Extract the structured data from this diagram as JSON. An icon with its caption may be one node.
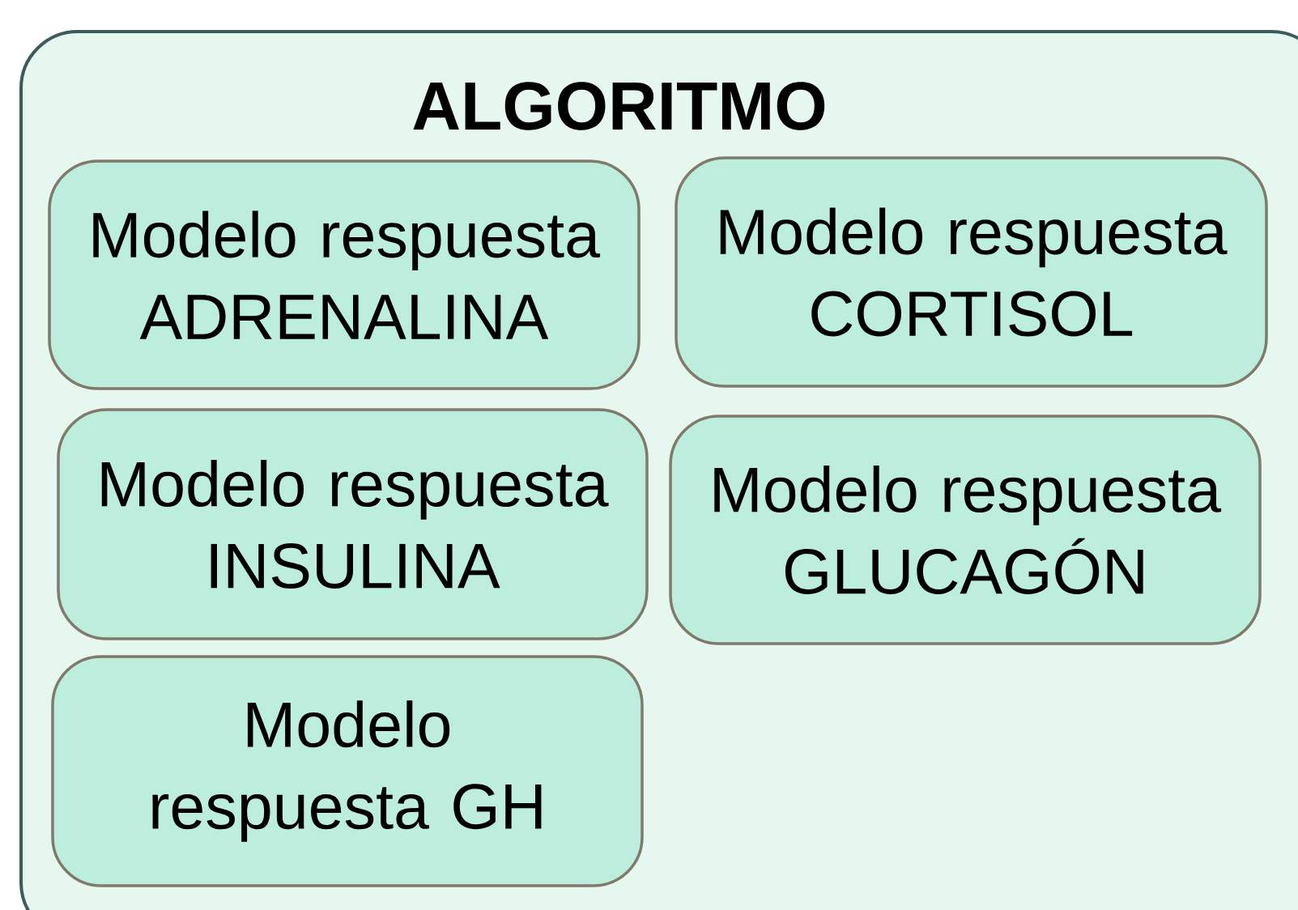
{
  "diagram": {
    "nodes": [
      {
        "text": [
          "ALGORITMO"
        ]
      },
      {
        "text": [
          "Modelo respuesta ADRENALINA"
        ],
        "in": 0
      },
      {
        "text": [
          "Modelo respuesta CORTISOL"
        ],
        "in": 0
      },
      {
        "text": [
          "Modelo respuesta INSULINA"
        ],
        "in": 0
      },
      {
        "text": [
          "Modelo respuesta GLUCAGÓN"
        ],
        "in": 0
      },
      {
        "text": [
          "Modelo respuesta GH"
        ],
        "in": 0
      }
    ]
  }
}
